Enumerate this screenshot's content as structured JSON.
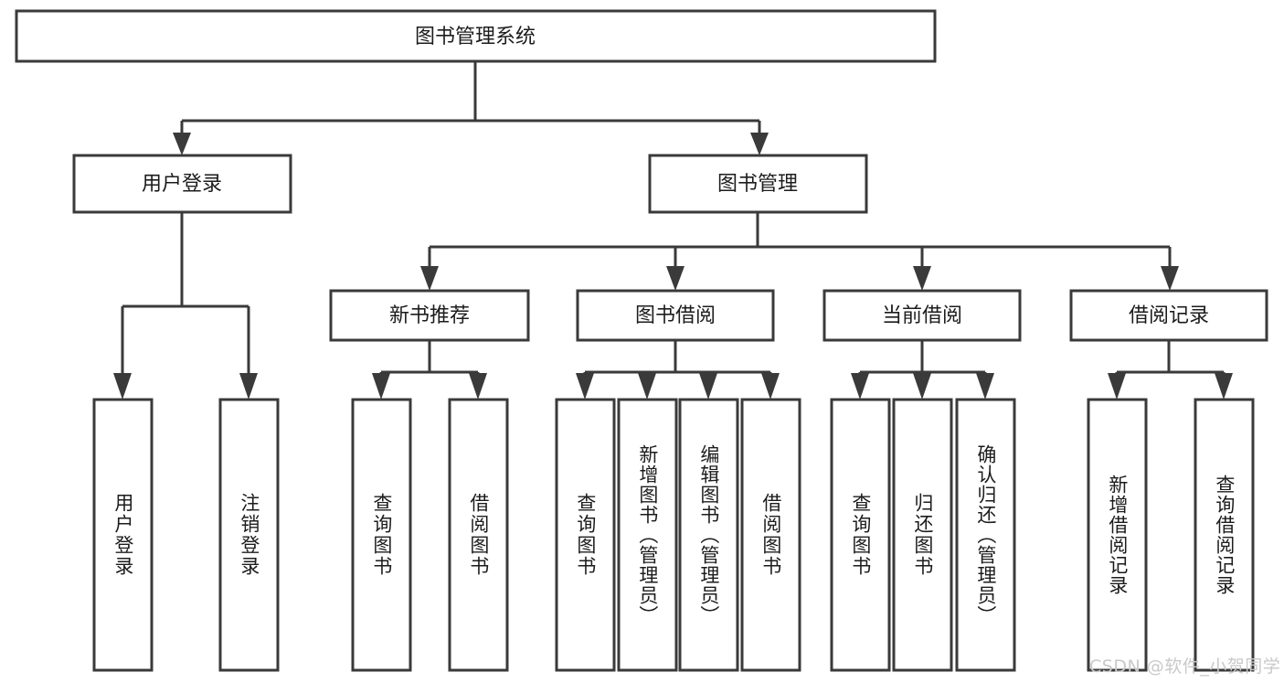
{
  "diagram": {
    "title": "图书管理系统",
    "type": "hierarchy-tree",
    "root": {
      "id": "root",
      "label": "图书管理系统",
      "orientation": "horizontal"
    },
    "level2": [
      {
        "id": "user-login",
        "label": "用户登录",
        "orientation": "horizontal"
      },
      {
        "id": "book-management",
        "label": "图书管理",
        "orientation": "horizontal"
      }
    ],
    "level3": [
      {
        "id": "new-book-recommend",
        "label": "新书推荐",
        "orientation": "horizontal",
        "parent": "book-management"
      },
      {
        "id": "book-borrow",
        "label": "图书借阅",
        "orientation": "horizontal",
        "parent": "book-management"
      },
      {
        "id": "current-borrow",
        "label": "当前借阅",
        "orientation": "horizontal",
        "parent": "book-management"
      },
      {
        "id": "borrow-record",
        "label": "借阅记录",
        "orientation": "horizontal",
        "parent": "book-management"
      }
    ],
    "leaves": [
      {
        "id": "leaf-user-login",
        "label": "用户登录",
        "orientation": "vertical",
        "parent": "user-login"
      },
      {
        "id": "leaf-user-logout",
        "label": "注销登录",
        "orientation": "vertical",
        "parent": "user-login"
      },
      {
        "id": "leaf-query-books-1",
        "label": "查询图书",
        "orientation": "vertical",
        "parent": "new-book-recommend"
      },
      {
        "id": "leaf-borrow-books-1",
        "label": "借阅图书",
        "orientation": "vertical",
        "parent": "new-book-recommend"
      },
      {
        "id": "leaf-query-books-2",
        "label": "查询图书",
        "orientation": "vertical",
        "parent": "book-borrow"
      },
      {
        "id": "leaf-add-book",
        "label": "新增图书（管理员）",
        "orientation": "vertical",
        "parent": "book-borrow"
      },
      {
        "id": "leaf-edit-book",
        "label": "编辑图书（管理员）",
        "orientation": "vertical",
        "parent": "book-borrow"
      },
      {
        "id": "leaf-borrow-books-2",
        "label": "借阅图书",
        "orientation": "vertical",
        "parent": "book-borrow"
      },
      {
        "id": "leaf-query-books-3",
        "label": "查询图书",
        "orientation": "vertical",
        "parent": "current-borrow"
      },
      {
        "id": "leaf-return-book",
        "label": "归还图书",
        "orientation": "vertical",
        "parent": "current-borrow"
      },
      {
        "id": "leaf-confirm-return",
        "label": "确认归还（管理员）",
        "orientation": "vertical",
        "parent": "current-borrow"
      },
      {
        "id": "leaf-add-record",
        "label": "新增借阅记录",
        "orientation": "vertical",
        "parent": "borrow-record"
      },
      {
        "id": "leaf-query-record",
        "label": "查询借阅记录",
        "orientation": "vertical",
        "parent": "borrow-record"
      }
    ],
    "watermark": "CSDN @软件_小贺同学",
    "colors": {
      "stroke": "#3a3a3a",
      "fill": "#ffffff",
      "text": "#1c1c1c",
      "watermark": "#c9c9c9",
      "background": "#ffffff"
    }
  }
}
